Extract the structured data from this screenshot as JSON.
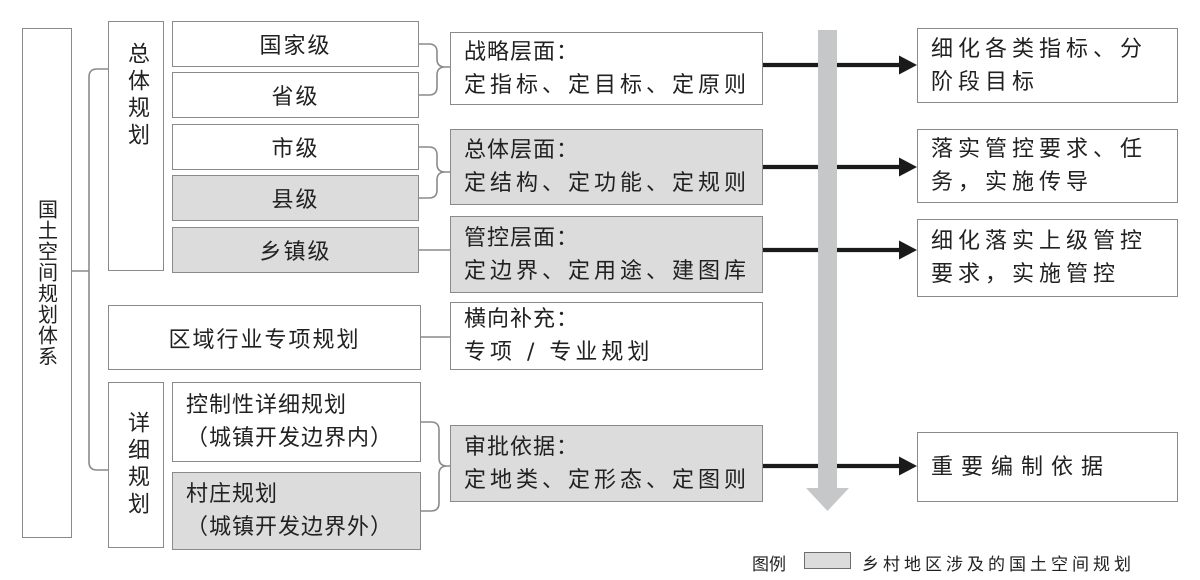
{
  "root": {
    "label": "国土空间规划体系"
  },
  "branches": {
    "overall": {
      "label": "总体规划"
    },
    "detailed": {
      "label": "详细规划"
    }
  },
  "levels": [
    {
      "label": "国家级",
      "highlighted": false
    },
    {
      "label": "省级",
      "highlighted": false
    },
    {
      "label": "市级",
      "highlighted": false
    },
    {
      "label": "县级",
      "highlighted": true
    },
    {
      "label": "乡镇级",
      "highlighted": true
    }
  ],
  "regional": {
    "label": "区域行业专项规划",
    "highlighted": false
  },
  "detail_plans": [
    {
      "line1": "控制性详细规划",
      "line2": "（城镇开发边界内）",
      "highlighted": false
    },
    {
      "line1": "村庄规划",
      "line2": "（城镇开发边界外）",
      "highlighted": true
    }
  ],
  "phases": [
    {
      "line1": "战略层面：",
      "line2": "定指标、定目标、定原则",
      "highlighted": false
    },
    {
      "line1": "总体层面：",
      "line2": "定结构、定功能、定规则",
      "highlighted": true
    },
    {
      "line1": "管控层面：",
      "line2": "定边界、定用途、建图库",
      "highlighted": true
    },
    {
      "line1": "横向补充：",
      "line2": "专项 / 专业规划",
      "highlighted": false
    },
    {
      "line1": "审批依据：",
      "line2": "定地类、定形态、定图则",
      "highlighted": true
    }
  ],
  "outcomes": [
    {
      "line1": "细化各类指标、分",
      "line2": "阶段目标"
    },
    {
      "line1": "落实管控要求、任",
      "line2": "务，实施传导"
    },
    {
      "line1": "细化落实上级管控",
      "line2": "要求，实施管控"
    },
    {
      "line1": "重要编制依据"
    }
  ],
  "legend": {
    "title": "图例",
    "swatch_label": "乡村地区涉及的国土空间规划"
  },
  "colors": {
    "highlight_fill": "#dcdcdc",
    "box_border": "#8a8a8a",
    "text": "#212121",
    "flow_arrow": "#1a1a1a",
    "hierarchy_arrow": "#c5c7c9"
  }
}
